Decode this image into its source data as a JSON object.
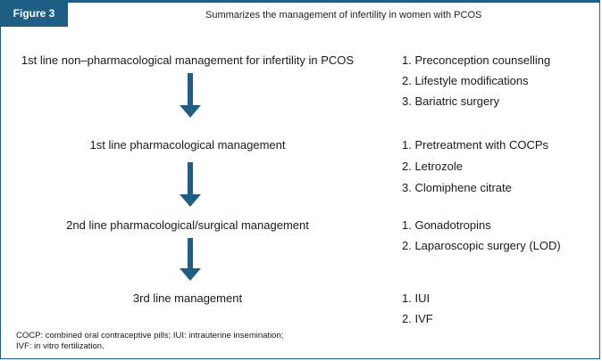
{
  "figure_label": "Figure 3",
  "title": "Summarizes the management of infertility in women with PCOS",
  "steps": [
    {
      "label": "1st line non–pharmacological management for infertility in PCOS",
      "options": [
        "1. Preconception counselling",
        "2. Lifestyle modifications",
        "3. Bariatric surgery"
      ]
    },
    {
      "label": "1st line pharmacological management",
      "options": [
        "1. Pretreatment with COCPs",
        "2. Letrozole",
        "3. Clomiphene citrate"
      ]
    },
    {
      "label": "2nd line pharmacological/surgical management",
      "options": [
        "1. Gonadotropins",
        "2. Laparoscopic surgery (LOD)"
      ]
    },
    {
      "label": "3rd line management",
      "options": [
        "1. IUI",
        "2. IVF"
      ]
    }
  ],
  "footnote": [
    "COCP: combined oral contraceptive pills; IUI: intrauterine insemination;",
    "IVF: in vitro fertilization."
  ],
  "colors": {
    "accent": "#1f5f86"
  }
}
